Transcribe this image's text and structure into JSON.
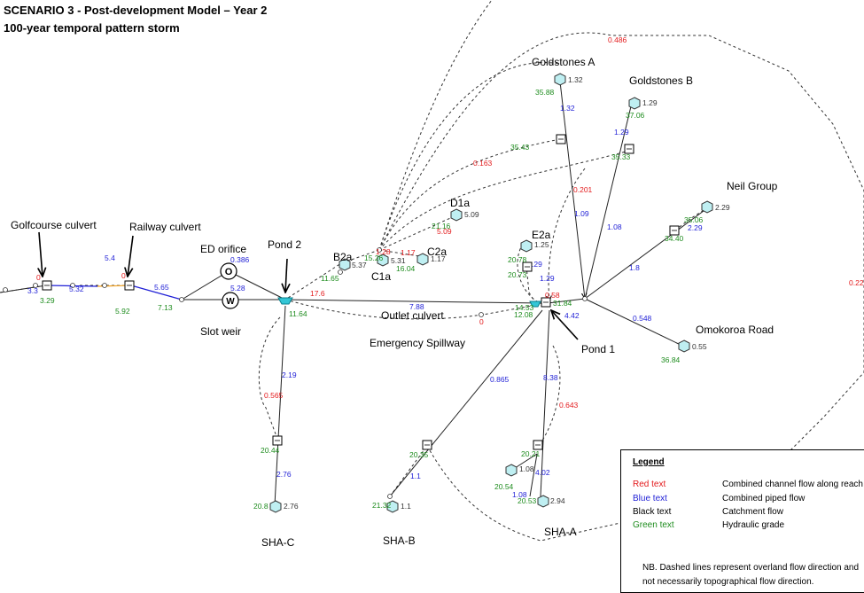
{
  "title_line1": "SCENARIO 3 - Post-development Model – Year 2",
  "title_line2": "100-year temporal pattern storm",
  "colors": {
    "red": "#e31a1c",
    "blue": "#1f1fd6",
    "black": "#000000",
    "green": "#1e8c1e",
    "catchment_fill": "#bfeff2",
    "orange": "#f0a020"
  },
  "place_labels": {
    "golfcourse_culvert": "Golfcourse culvert",
    "railway_culvert": "Railway culvert",
    "ed_orifice": "ED orifice",
    "pond2": "Pond 2",
    "slot_weir": "Slot weir",
    "outlet_culvert": "Outlet culvert",
    "emergency_spillway": "Emergency Spillway",
    "pond1": "Pond 1",
    "goldstones_a": "Goldstones A",
    "goldstones_b": "Goldstones B",
    "neil_group": "Neil Group",
    "omokoroa_road": "Omokoroa Road",
    "d1a": "D1a",
    "c2a": "C2a",
    "b2a": "B2a",
    "c1a": "C1a",
    "e2a": "E2a",
    "sha_a": "SHA-A",
    "sha_b": "SHA-B",
    "sha_c": "SHA-C",
    "orifice_symbol": "O",
    "weir_symbol": "W"
  },
  "values": {
    "red": [
      "0.486",
      "0.163",
      "0.201",
      "0",
      "0",
      "17.6",
      "1.17",
      "5.09",
      "1.28",
      "0",
      "0.58",
      "0.565",
      "0.643",
      "0.22"
    ],
    "blue": [
      "5.4",
      "3.3",
      "5.32",
      "5.65",
      "0.386",
      "5.28",
      "7.88",
      "1.32",
      "1.29",
      "1.09",
      "1.08",
      "2.29",
      "1.8",
      "0.548",
      "4.42",
      "1.29",
      ".29",
      "0.865",
      "8.38",
      "2.19",
      "2.76",
      "1.1",
      "4.02",
      "1.08"
    ],
    "black": [
      "1.32",
      "1.29",
      "2.29",
      "0.55",
      "5.09",
      "1.17",
      "5.37",
      "5.31",
      "1.25",
      "2.76",
      "1.1",
      "1.08",
      "2.94"
    ],
    "green": [
      "3.29",
      "5.92",
      "7.13",
      "11.64",
      "11.65",
      "15.26",
      "16.04",
      "21.16",
      "35.88",
      "37.06",
      "35.43",
      "35.33",
      "35.06",
      "34.40",
      "36.84",
      "31.84",
      "20.78",
      "20.73",
      "14.53",
      "12.08",
      "20.44",
      "20.8",
      "20.35",
      "21.32",
      "20.21",
      "20.54",
      "20.53"
    ]
  },
  "legend": {
    "title": "Legend",
    "rows": [
      {
        "key": "Red text",
        "value": "Combined channel flow along reach",
        "color": "#e31a1c"
      },
      {
        "key": "Blue text",
        "value": "Combined piped flow",
        "color": "#1f1fd6"
      },
      {
        "key": "Black text",
        "value": "Catchment flow",
        "color": "#000000"
      },
      {
        "key": "Green text",
        "value": "Hydraulic grade",
        "color": "#1e8c1e"
      }
    ],
    "note_line1": "NB. Dashed lines represent overland flow direction and",
    "note_line2": "not necessarily topographical flow direction."
  }
}
